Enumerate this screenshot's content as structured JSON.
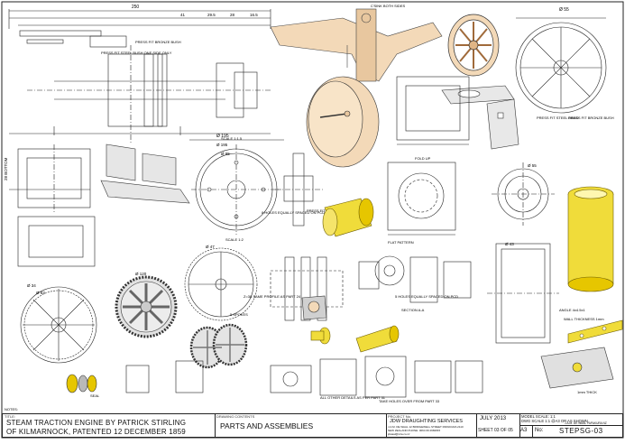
{
  "drawing": {
    "dims_top": [
      "250",
      "41",
      "29.5",
      "28",
      "16.5"
    ],
    "note_press_fit_steel": "PRESS FIT STEEL BUSH ONE SIDE ONLY",
    "note_press_fit_bronze": "PRESS FIT BRONZE BUSH",
    "note_csink": "C'SINK BOTH SIDES",
    "note_scale_115": "SCALE 1:1.5",
    "note_scale_12": "SCALE 1:2",
    "note_8holes": "8 HOLES EQUALLY SPACED ON PCD",
    "note_press_fit": "PRESS FIT",
    "note_fold_up": "FOLD UP",
    "note_flat_pattern": "FLAT PATTERN",
    "note_z38": "Z=38 SAME PROFILE AS PART 24",
    "note_5spokes": "5 SPOKES",
    "note_5holes": "5 HOLES EQUALLY SPACED ON PCD",
    "note_section_aa": "SECTION A-A",
    "note_angle": "ANGLE 4x4.5x1",
    "note_wall": "WALL THICKNESS 1mm",
    "note_1mm_thick": "1mm THICK",
    "note_all_other": "ALL OTHER DETAILS AS PER PART 31",
    "note_take_holes": "TAKE HOLES OVER FROM PART 33",
    "note_seal": "SEAL",
    "note_press_fit_steel_band": "PRESS FIT STEEL BAND",
    "note_press_fit_bronze_bush2": "PRESS FIT BRONZE BUSH",
    "note_notes": "NOTES:",
    "dia_labels": [
      "Ø 195",
      "Ø 95",
      "Ø 55",
      "Ø 43",
      "Ø 34",
      "Ø 63",
      "Ø 47",
      "Ø 120"
    ]
  },
  "title_block": {
    "title_label": "TITLE:",
    "title_line1": "STEAM TRACTION ENGINE BY PATRICK STIRLING",
    "title_line2": "OF KILMARNOCK, PATENTED 12 DECEMBER 1859",
    "contents_label": "DRAWING CONTENTS",
    "contents": "PARTS AND ASSEMBLIES",
    "project_label": "PROJECT No.",
    "company": "JDW DRAUGHTING SERVICES",
    "address": "J.A.M. DE WAAL  12 BRIDGEWELL STREET PAPAKURA 2110",
    "address2": "NEW ZEALAND  PHONE: 0064 09 2982815",
    "email": "jdwaal@xtra.co.nz",
    "model_scale": "MODEL SCALE: 1:1",
    "dwg_scale": "DWG SCALE 1:1 @A3 OR AS SHOWN",
    "drawn_by": "J.A.M. DE WAAL PAPAKURA NZ",
    "date": "JULY 2013",
    "sheet": "SHEET 03 OF 05",
    "size": "A3",
    "no_label": "No:",
    "dwg_no": "STEPSG-03"
  }
}
